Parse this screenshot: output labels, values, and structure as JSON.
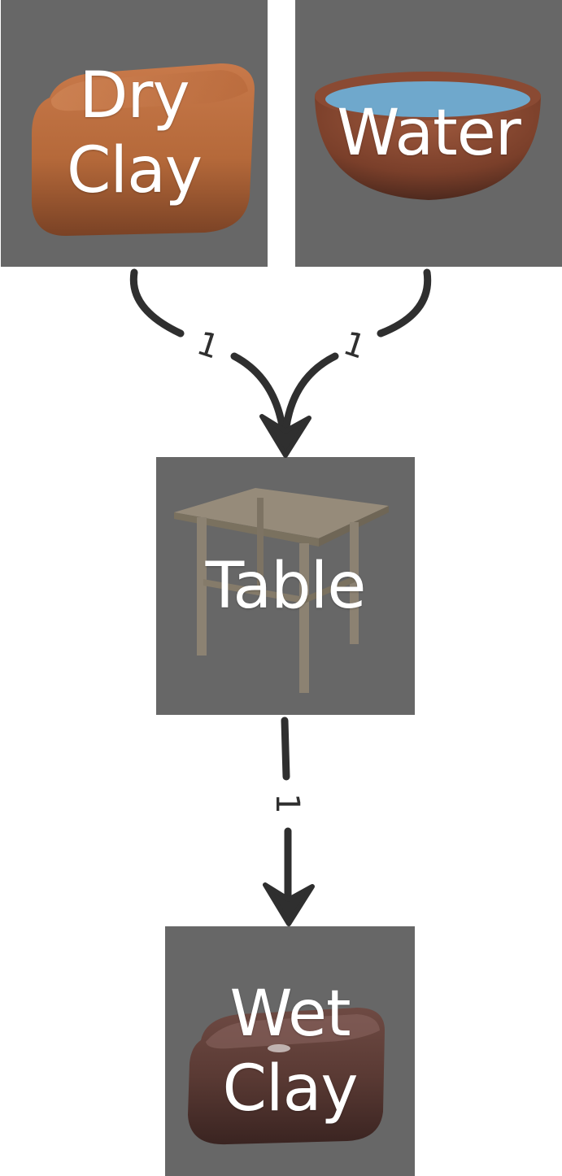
{
  "diagram": {
    "nodes": {
      "dry_clay": {
        "line1": "Dry",
        "line2": "Clay",
        "icon": "clay-block-icon"
      },
      "water": {
        "line1": "Water",
        "icon": "water-bowl-icon"
      },
      "table": {
        "line1": "Table",
        "icon": "table-icon"
      },
      "wet_clay": {
        "line1": "Wet",
        "line2": "Clay",
        "icon": "wet-clay-block-icon"
      }
    },
    "edges": [
      {
        "from": "Dry Clay",
        "to": "Table",
        "label": "1"
      },
      {
        "from": "Water",
        "to": "Table",
        "label": "1"
      },
      {
        "from": "Table",
        "to": "Wet Clay",
        "label": "1"
      }
    ],
    "colors": {
      "node_background": "#676767",
      "edge": "#2f2f2f",
      "label_text": "#ffffff",
      "dry_clay": "#b5693a",
      "water": "#6fa8cc",
      "bowl": "#8a4a33",
      "table": "#8c8272",
      "wet_clay": "#5a3a34"
    }
  }
}
